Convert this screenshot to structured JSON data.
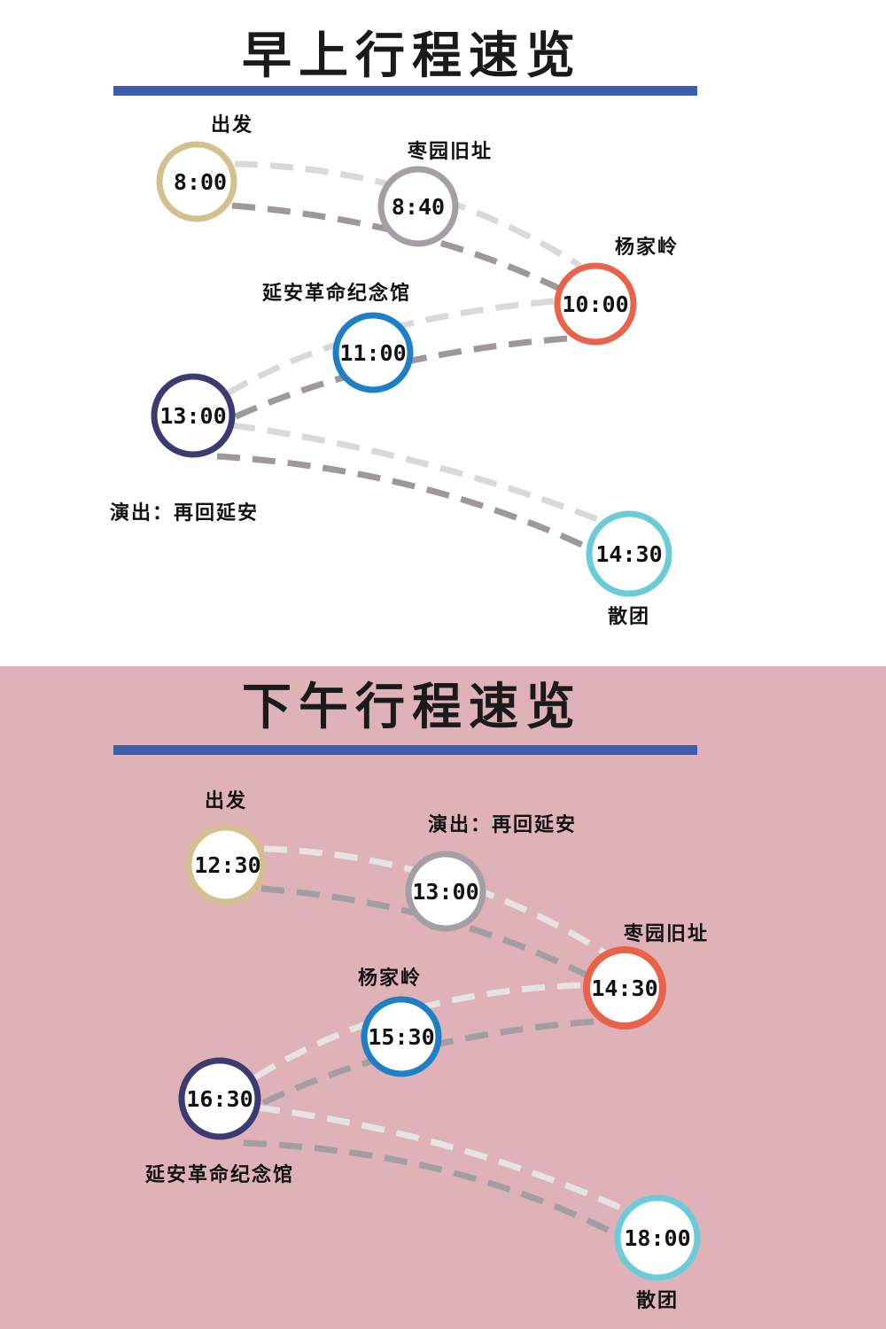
{
  "morning": {
    "title": "早上行程速览",
    "stops": [
      {
        "time": "8:00",
        "place": "出发",
        "color": "#d4bf8e"
      },
      {
        "time": "8:40",
        "place": "枣园旧址",
        "color": "#a59ea4"
      },
      {
        "time": "10:00",
        "place": "杨家岭",
        "color": "#e8634a"
      },
      {
        "time": "11:00",
        "place": "延安革命纪念馆",
        "color": "#1f7fc4"
      },
      {
        "time": "13:00",
        "place": "演出：再回延安",
        "color": "#3c3a72"
      },
      {
        "time": "14:30",
        "place": "散团",
        "color": "#6ccbd9"
      }
    ]
  },
  "afternoon": {
    "title": "下午行程速览",
    "stops": [
      {
        "time": "12:30",
        "place": "出发",
        "color": "#d4bf8e"
      },
      {
        "time": "13:00",
        "place": "演出：再回延安",
        "color": "#a59ea4"
      },
      {
        "time": "14:30",
        "place": "枣园旧址",
        "color": "#e8634a"
      },
      {
        "time": "15:30",
        "place": "杨家岭",
        "color": "#1f7fc4"
      },
      {
        "time": "16:30",
        "place": "延安革命纪念馆",
        "color": "#3c3a72"
      },
      {
        "time": "18:00",
        "place": "散团",
        "color": "#6ccbd9"
      }
    ]
  },
  "accent_bar_color": "#3a5fae"
}
